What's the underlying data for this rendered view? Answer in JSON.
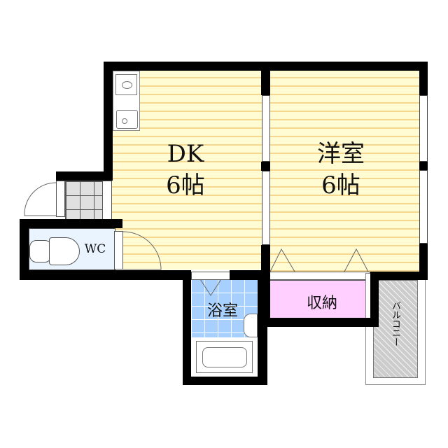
{
  "floorplan": {
    "rooms": [
      {
        "id": "dk",
        "name": "DK",
        "size": "6帖"
      },
      {
        "id": "western",
        "name": "洋室",
        "size": "6帖"
      },
      {
        "id": "wc",
        "name": "WC"
      },
      {
        "id": "bath",
        "name": "浴室"
      },
      {
        "id": "storage",
        "name": "収納"
      },
      {
        "id": "balcony",
        "name": "バルコニー"
      }
    ],
    "colors": {
      "wall": "#000000",
      "wood_floor": "#fffbd2",
      "wood_lines": "#f5d78f",
      "wc_floor": "#eaf4ff",
      "bath_tile": "#a8d0ff",
      "storage": "#ffd0ff",
      "balcony": "#cccccc",
      "entrance_tile": "#e0e0e0"
    }
  }
}
